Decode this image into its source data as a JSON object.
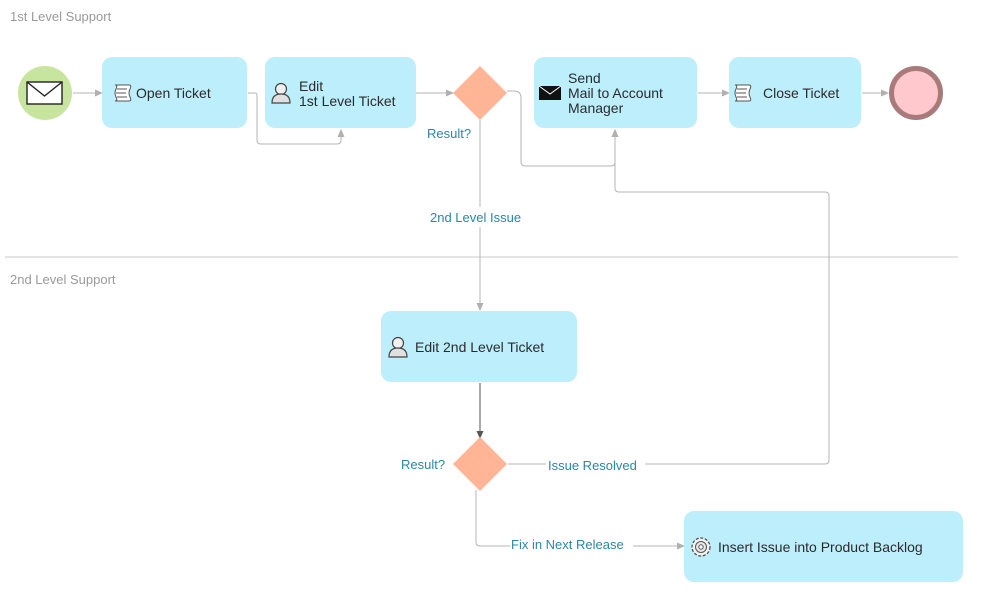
{
  "lanes": {
    "first": "1st Level Support",
    "second": "2nd Level Support"
  },
  "tasks": {
    "open_ticket": "Open Ticket",
    "edit_first_line1": "Edit",
    "edit_first_line2": "1st Level Ticket",
    "send_mail_line1": "Send",
    "send_mail_line2": "Mail to Account",
    "send_mail_line3": "Manager",
    "close_ticket": "Close Ticket",
    "edit_second": "Edit 2nd Level Ticket",
    "insert_backlog": "Insert Issue into Product Backlog"
  },
  "labels": {
    "result_top": "Result?",
    "second_level_issue": "2nd Level Issue",
    "result_bottom": "Result?",
    "issue_resolved": "Issue Resolved",
    "fix_next_release": "Fix in Next Release"
  },
  "icons": {
    "start_event": "envelope-icon",
    "open_ticket": "script-icon",
    "edit_first": "user-icon",
    "send_mail": "envelope-filled-icon",
    "close_ticket": "script-icon",
    "edit_second": "user-icon",
    "insert_backlog": "gear-icon"
  },
  "colors": {
    "task_fill": "#bdeefc",
    "gateway_fill": "#ffb596",
    "start_fill": "#c8e5a0",
    "end_fill": "#ffc8cc",
    "end_stroke": "#a87a7a",
    "lane_divider": "#e4e4e4",
    "edge": "#aaaaaa",
    "edge_label": "#2b86a8"
  }
}
